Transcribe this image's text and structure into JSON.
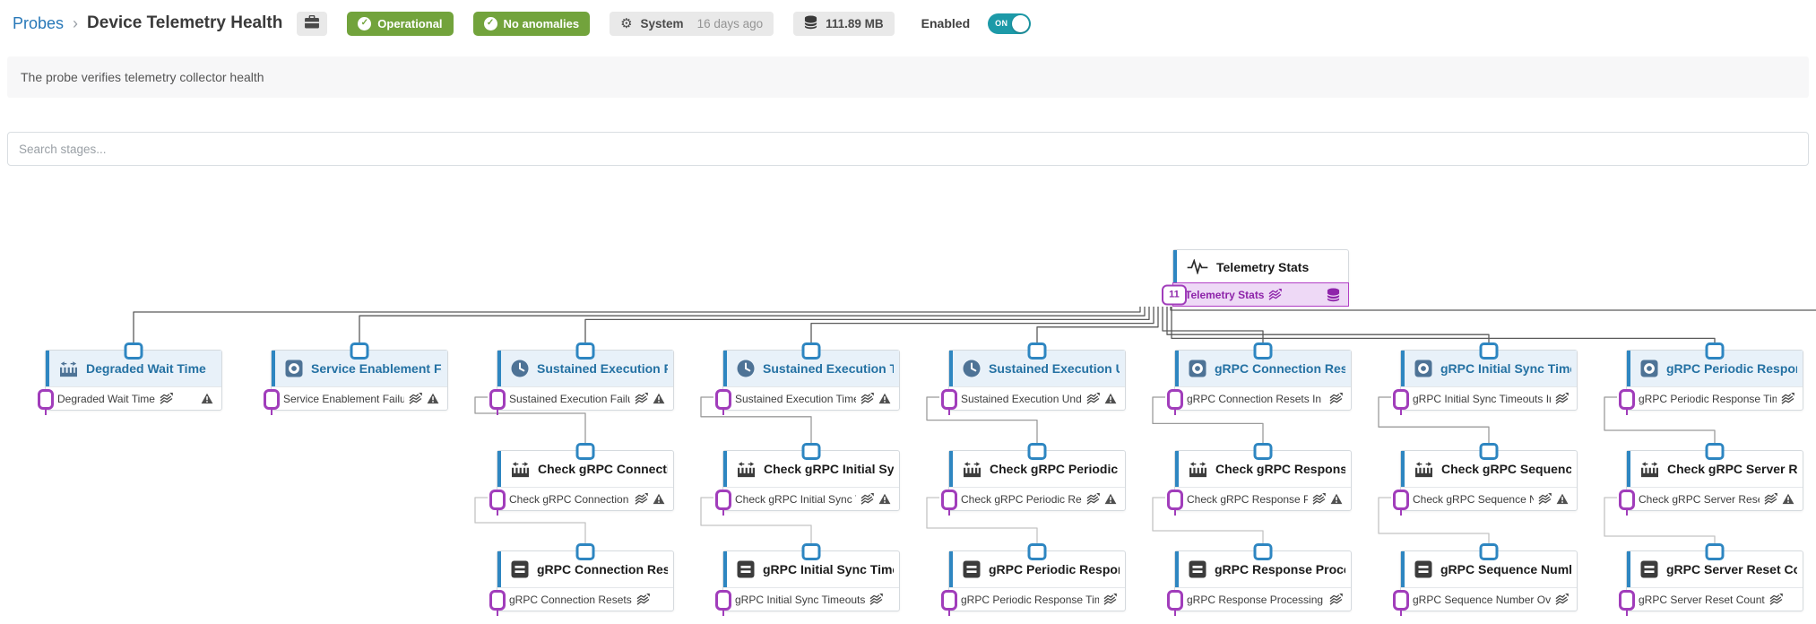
{
  "header": {
    "breadcrumb": {
      "parent": "Probes",
      "separator": "›",
      "title": "Device Telemetry Health"
    },
    "status_badges": [
      {
        "label": "Operational"
      },
      {
        "label": "No anomalies"
      }
    ],
    "system_badge": {
      "label": "System",
      "time": "16 days ago"
    },
    "storage_badge": {
      "size": "111.89 MB"
    },
    "enabled": {
      "label": "Enabled",
      "state": "ON"
    }
  },
  "description": "The probe verifies telemetry collector health",
  "search": {
    "placeholder": "Search stages..."
  },
  "colors": {
    "badge_green": "#72a33c",
    "toggle_teal": "#1d9aa8",
    "port_blue": "#2e86c1",
    "port_purple": "#a13dbb",
    "title_blue": "#2471a3",
    "icon_steel": "#4e7396",
    "icon_dark": "#3c3c3c"
  },
  "diagram": {
    "root": {
      "title": "Telemetry Stats",
      "icon": "waveform-icon",
      "badge": "11",
      "sub": "Telemetry Stats"
    },
    "row2": [
      {
        "title": "Degraded Wait Time",
        "icon": "caliper-icon",
        "icon_color": "icon_steel",
        "sub": "Degraded Wait Time",
        "warning": true
      },
      {
        "title": "Service Enablement Failu...",
        "icon": "record-icon",
        "icon_color": "icon_steel",
        "sub": "Service Enablement Failures",
        "warning": true
      },
      {
        "title": "Sustained Execution Failu...",
        "icon": "clock-icon",
        "icon_color": "icon_steel",
        "sub": "Sustained Execution Failures",
        "warning": true
      },
      {
        "title": "Sustained Execution Tim...",
        "icon": "clock-icon",
        "icon_color": "icon_steel",
        "sub": "Sustained Execution Timeo...",
        "warning": true
      },
      {
        "title": "Sustained Execution Und...",
        "icon": "clock-icon",
        "icon_color": "icon_steel",
        "sub": "Sustained Execution Under...",
        "warning": true
      },
      {
        "title": "gRPC Connection Resets ...",
        "icon": "record-icon",
        "icon_color": "icon_steel",
        "sub": "gRPC Connection Resets In L...",
        "warning": false
      },
      {
        "title": "gRPC Initial Sync Timeou...",
        "icon": "record-icon",
        "icon_color": "icon_steel",
        "sub": "gRPC Initial Sync Timeouts In ...",
        "warning": false
      },
      {
        "title": "gRPC Periodic Response ...",
        "icon": "record-icon",
        "icon_color": "icon_steel",
        "sub": "gRPC Periodic Response Time...",
        "warning": false
      }
    ],
    "row3": [
      {
        "title": "Check gRPC Connection ...",
        "icon": "caliper-icon",
        "icon_color": "icon_dark",
        "sub": "Check gRPC Connection R...",
        "warning": true
      },
      {
        "title": "Check gRPC Initial Sync T...",
        "icon": "caliper-icon",
        "icon_color": "icon_dark",
        "sub": "Check gRPC Initial Sync Ti...",
        "warning": true
      },
      {
        "title": "Check gRPC Periodic Res...",
        "icon": "caliper-icon",
        "icon_color": "icon_dark",
        "sub": "Check gRPC Periodic Resp...",
        "warning": true
      },
      {
        "title": "Check gRPC Response Pr...",
        "icon": "caliper-icon",
        "icon_color": "icon_dark",
        "sub": "Check gRPC Response Pro...",
        "warning": true
      },
      {
        "title": "Check gRPC Sequence N...",
        "icon": "caliper-icon",
        "icon_color": "icon_dark",
        "sub": "Check gRPC Sequence Nu...",
        "warning": true
      },
      {
        "title": "Check gRPC Server Reset...",
        "icon": "caliper-icon",
        "icon_color": "icon_dark",
        "sub": "Check gRPC Server Reset ...",
        "warning": true
      }
    ],
    "row4": [
      {
        "title": "gRPC Connection Resets",
        "icon": "list-icon",
        "icon_color": "icon_dark",
        "sub": "gRPC Connection Resets",
        "warning": false
      },
      {
        "title": "gRPC Initial Sync Timeouts",
        "icon": "list-icon",
        "icon_color": "icon_dark",
        "sub": "gRPC Initial Sync Timeouts",
        "warning": false
      },
      {
        "title": "gRPC Periodic Response ...",
        "icon": "list-icon",
        "icon_color": "icon_dark",
        "sub": "gRPC Periodic Response Time...",
        "warning": false
      },
      {
        "title": "gRPC Response Processi...",
        "icon": "list-icon",
        "icon_color": "icon_dark",
        "sub": "gRPC Response Processing Fa...",
        "warning": false
      },
      {
        "title": "gRPC Sequence Number ...",
        "icon": "list-icon",
        "icon_color": "icon_dark",
        "sub": "gRPC Sequence Number Ove...",
        "warning": false
      },
      {
        "title": "gRPC Server Reset Count",
        "icon": "list-icon",
        "icon_color": "icon_dark",
        "sub": "gRPC Server Reset Count",
        "warning": false
      }
    ]
  }
}
